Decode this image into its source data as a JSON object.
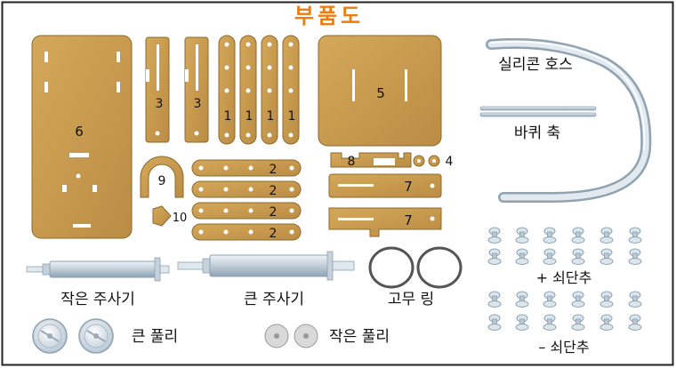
{
  "title": "부품도",
  "colors": {
    "title": "#f07c10",
    "cardboard": "#c89a4e",
    "cardboard_edge": "#8c6a2e",
    "metal": "#c8d4de",
    "border": "#222222"
  },
  "part_numbers": {
    "p1": "1",
    "p2": "2",
    "p3": "3",
    "p4": "4",
    "p5": "5",
    "p6": "6",
    "p7": "7",
    "p8": "8",
    "p9": "9",
    "p10": "10"
  },
  "labels": {
    "silicone_hose": "실리콘 호스",
    "wheel_axle": "바퀴 축",
    "small_syringe": "작은 주사기",
    "large_syringe": "큰 주사기",
    "rubber_ring": "고무 링",
    "large_pulley": "큰 풀리",
    "small_pulley": "작은 풀리",
    "plus_pin": "+ 쇠단추",
    "minus_pin": "– 쇠단추"
  }
}
